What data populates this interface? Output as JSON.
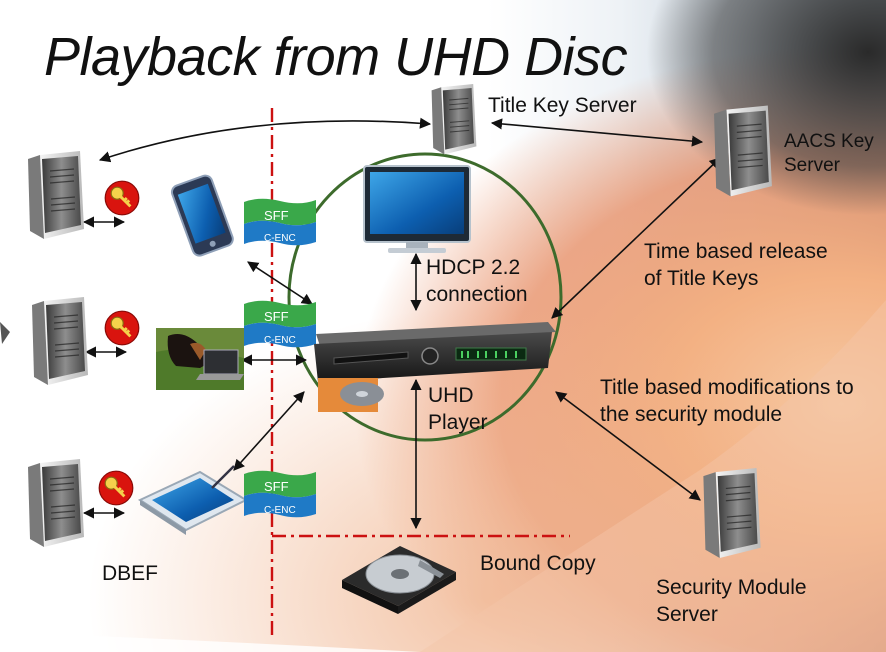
{
  "slide": {
    "title": "Playback from UHD Disc"
  },
  "labels": {
    "title_key_server": "Title Key Server",
    "aacs_key_server": [
      "AACS Key",
      "Server"
    ],
    "time_based_release": [
      "Time based release",
      "of Title Keys"
    ],
    "title_based_modifications": [
      "Title based modifications to",
      "the security module"
    ],
    "hdcp_connection": [
      "HDCP 2.2",
      "connection"
    ],
    "uhd_player": [
      "UHD",
      "Player"
    ],
    "bound_copy": "Bound Copy",
    "dbef": "DBEF",
    "security_module_server": [
      "Security Module",
      "Server"
    ]
  },
  "packages": [
    {
      "sff": "SFF",
      "cenc": "C-ENC"
    },
    {
      "sff": "SFF",
      "cenc": "C-ENC"
    },
    {
      "sff": "SFF",
      "cenc": "C-ENC"
    }
  ],
  "colors": {
    "boundary_line": "#cc1111",
    "player_ellipse": "#3d6b2c",
    "package_green": "#3aa84a",
    "package_blue": "#1f7ac6",
    "key_badge": "#d9140e"
  },
  "icons": {
    "server": "server-tower-icon",
    "key": "key-icon",
    "monitor": "monitor-icon",
    "phone": "smartphone-icon",
    "laptop": "laptop-icon",
    "tablet": "tablet-icon",
    "player": "uhd-player-icon",
    "disk": "hard-disk-icon"
  }
}
